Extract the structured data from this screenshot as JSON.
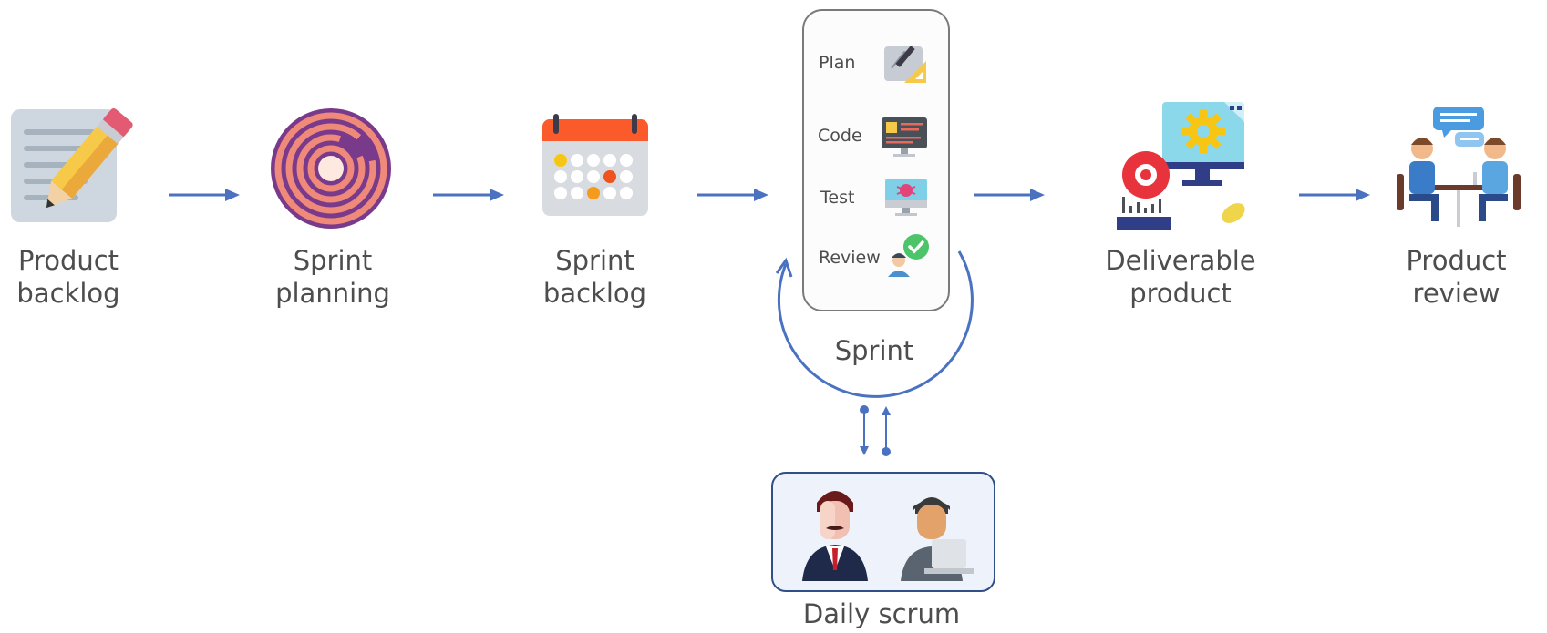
{
  "steps": [
    {
      "line1": "Product",
      "line2": "backlog"
    },
    {
      "line1": "Sprint",
      "line2": "planning"
    },
    {
      "line1": "Sprint",
      "line2": "backlog"
    },
    {
      "line1": "Deliverable",
      "line2": "product"
    },
    {
      "line1": "Product",
      "line2": "review"
    }
  ],
  "sprint": {
    "label": "Sprint",
    "phases": [
      "Plan",
      "Code",
      "Test",
      "Review"
    ]
  },
  "daily": {
    "label": "Daily scrum"
  },
  "colors": {
    "arrow": "#4a72c0",
    "text": "#4d4d4d",
    "box_border": "#7a7a7a",
    "scrum_fill": "#eef2fb",
    "scrum_border": "#2f4f86"
  }
}
